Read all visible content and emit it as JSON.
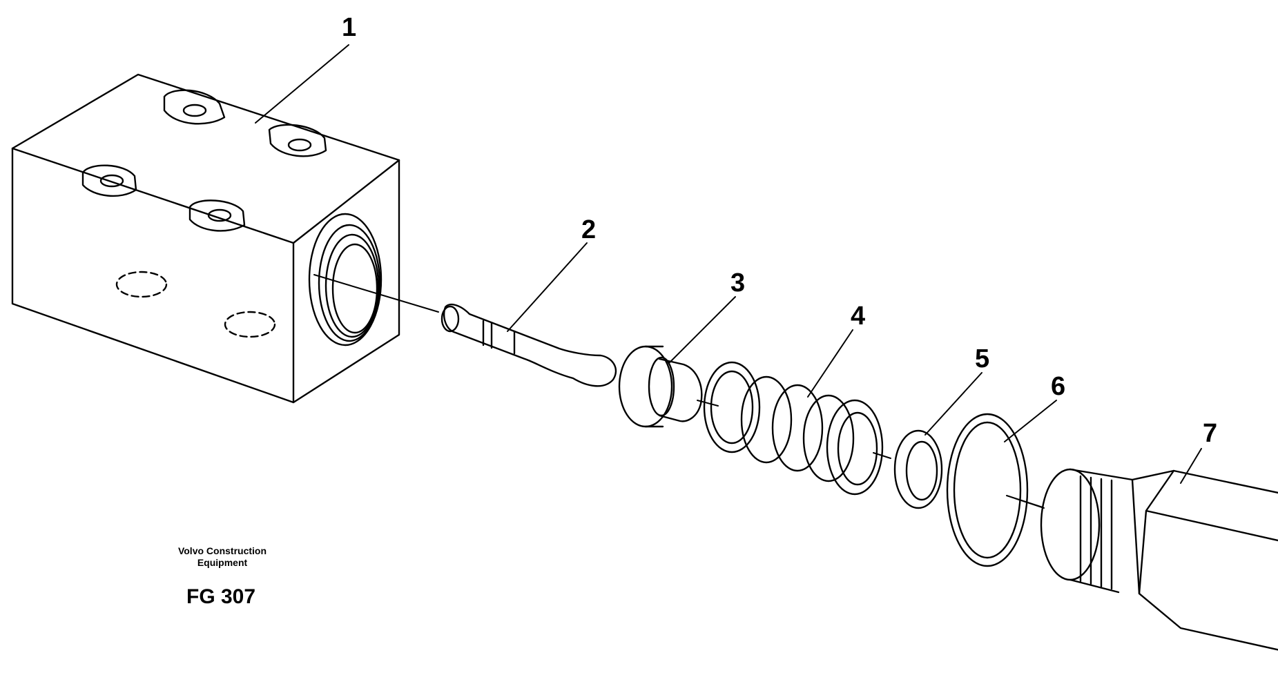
{
  "callouts": [
    {
      "id": "1",
      "label": "1"
    },
    {
      "id": "2",
      "label": "2"
    },
    {
      "id": "3",
      "label": "3"
    },
    {
      "id": "4",
      "label": "4"
    },
    {
      "id": "5",
      "label": "5"
    },
    {
      "id": "6",
      "label": "6"
    },
    {
      "id": "7",
      "label": "7"
    }
  ],
  "caption": {
    "company_line1": "Volvo Construction",
    "company_line2": "Equipment",
    "code": "FG 307"
  },
  "colors": {
    "ink": "#000000",
    "paper": "#ffffff"
  }
}
